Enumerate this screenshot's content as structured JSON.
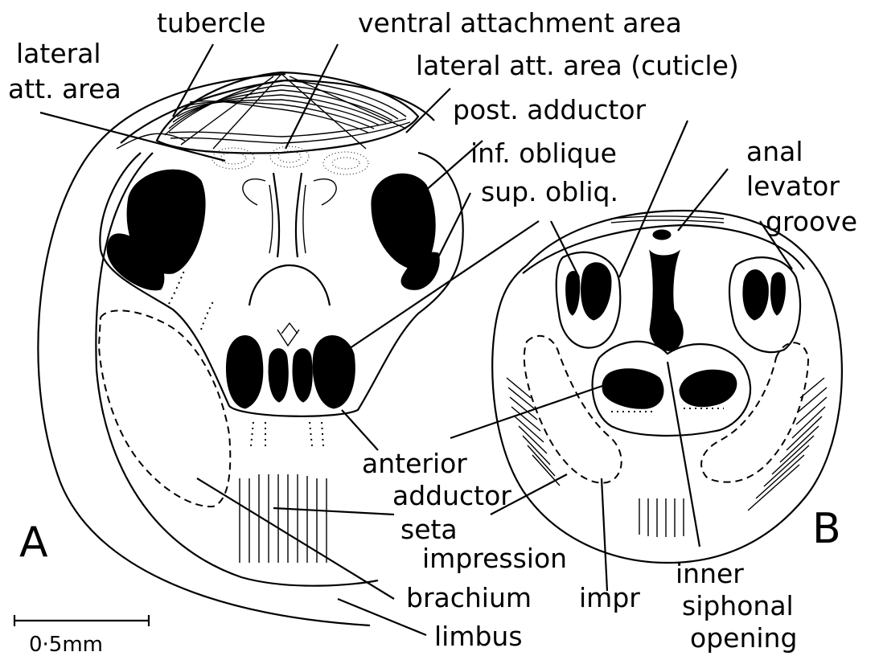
{
  "figure_letters": {
    "a": "A",
    "b": "B"
  },
  "scale_bar": {
    "label": "0·5mm"
  },
  "labels": {
    "tubercle": "tubercle",
    "ventral_attachment_area": "ventral attachment area",
    "lateral_att_area_line1": "lateral",
    "lateral_att_area_line2": "att. area",
    "lateral_att_area_cuticle": "lateral att. area (cuticle)",
    "post_adductor": "post. adductor",
    "inf_oblique": "inf. oblique",
    "sup_obliq": "sup. obliq.",
    "anal": "anal",
    "levator": "levator",
    "groove": "groove",
    "anterior": "anterior",
    "adductor": "adductor",
    "seta": "seta",
    "impression": "impression",
    "brachium": "brachium",
    "impr": "impr",
    "limbus": "limbus",
    "inner": "inner",
    "siphonal": "siphonal",
    "opening": "opening"
  }
}
